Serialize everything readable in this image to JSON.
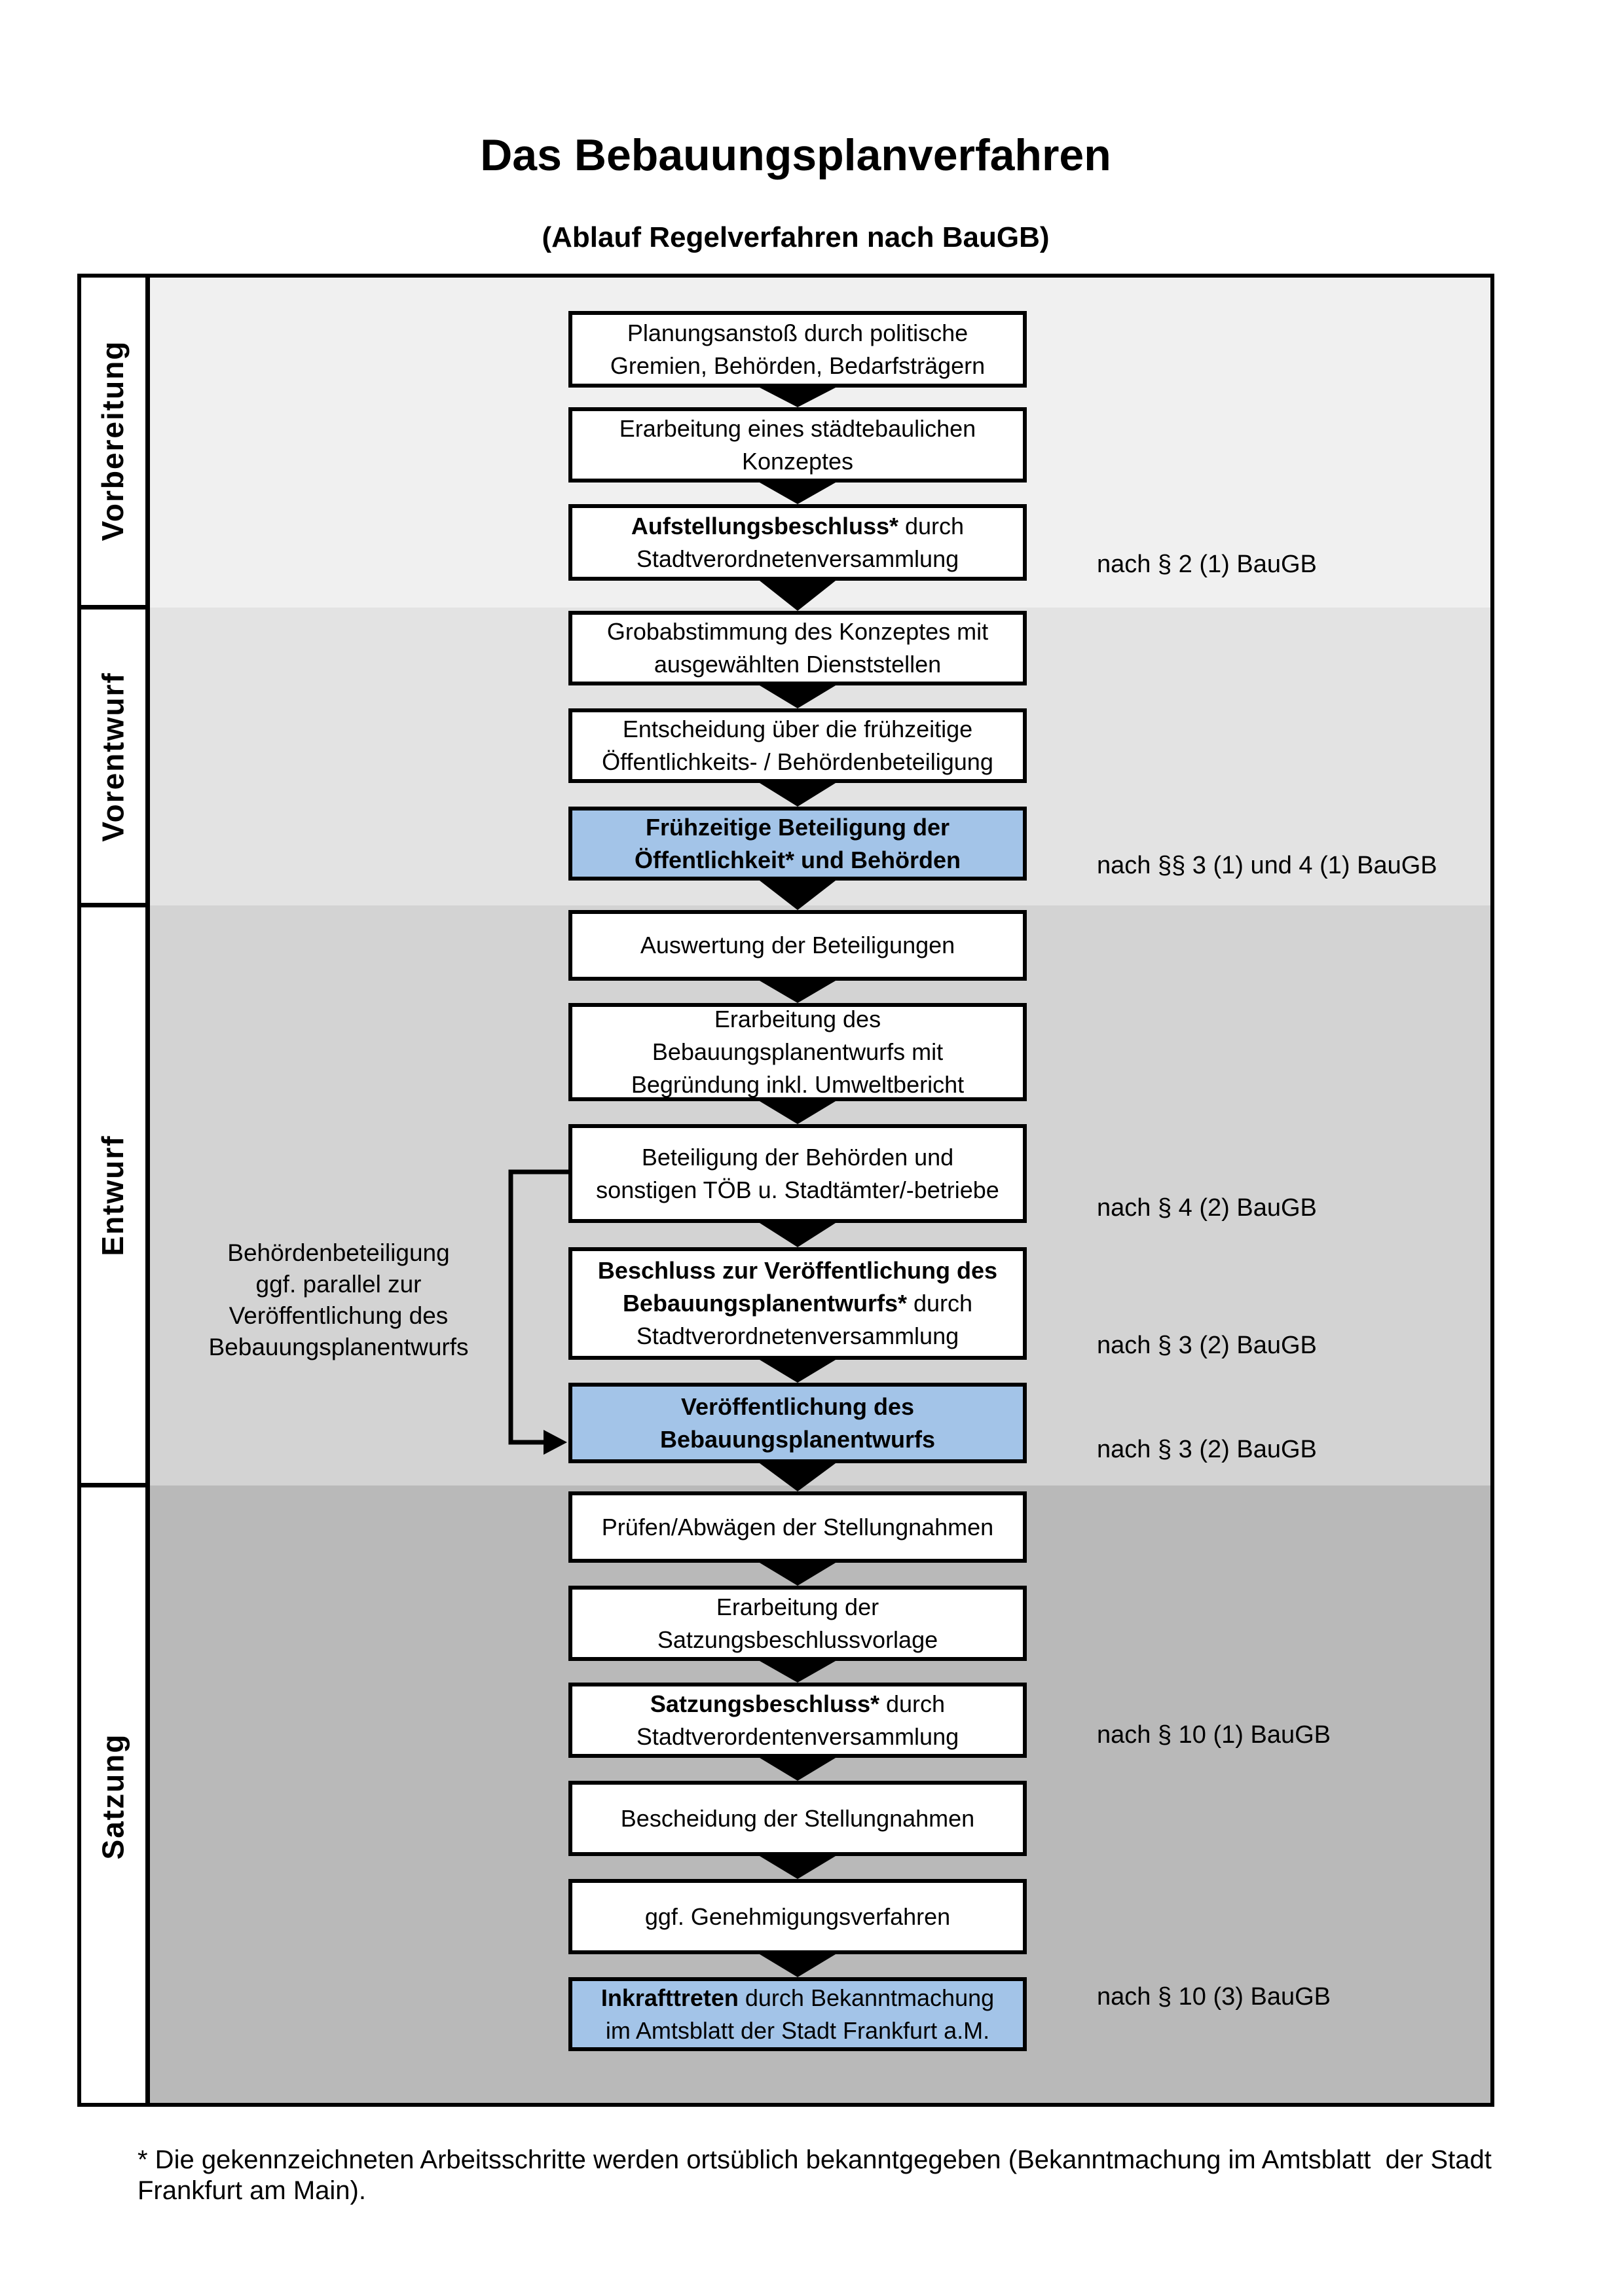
{
  "title": "Das Bebauungsplanverfahren",
  "subtitle": "(Ablauf Regelverfahren nach BauGB)",
  "footnote": "* Die gekennzeichneten Arbeitsschritte werden ortsüblich bekanntgegeben (Bekanntmachung im Amtsblatt  der Stadt Frankfurt am Main).",
  "colors": {
    "phase_bg": [
      "#f0f0f0",
      "#e3e3e3",
      "#d3d3d3",
      "#b9b9b9"
    ],
    "highlight_box": "#a3c4e8",
    "box_bg": "#ffffff",
    "line": "#000000"
  },
  "phases": [
    {
      "label": "Vorbereitung"
    },
    {
      "label": "Vorentwurf"
    },
    {
      "label": "Entwurf"
    },
    {
      "label": "Satzung"
    }
  ],
  "side_note": {
    "lines": [
      "Behördenbeteiligung",
      "ggf. parallel zur",
      "Veröffentlichung des",
      "Bebauungsplanentwurfs"
    ]
  },
  "steps": [
    {
      "id": "planungsanstoss",
      "phase": 0,
      "highlight": false,
      "ref": null,
      "lines": [
        [
          {
            "t": "Planungsanstoß durch politische",
            "b": false
          }
        ],
        [
          {
            "t": "Gremien, Behörden, Bedarfsträgern",
            "b": false
          }
        ]
      ]
    },
    {
      "id": "staedtebauliches-konzept",
      "phase": 0,
      "highlight": false,
      "ref": null,
      "lines": [
        [
          {
            "t": "Erarbeitung eines städtebaulichen",
            "b": false
          }
        ],
        [
          {
            "t": "Konzeptes",
            "b": false
          }
        ]
      ]
    },
    {
      "id": "aufstellungsbeschluss",
      "phase": 0,
      "highlight": false,
      "ref": "nach § 2 (1) BauGB",
      "lines": [
        [
          {
            "t": "Aufstellungsbeschluss*",
            "b": true
          },
          {
            "t": " durch",
            "b": false
          }
        ],
        [
          {
            "t": "Stadtverordnetenversammlung",
            "b": false
          }
        ]
      ]
    },
    {
      "id": "grobabstimmung",
      "phase": 1,
      "highlight": false,
      "ref": null,
      "lines": [
        [
          {
            "t": "Grobabstimmung des Konzeptes mit",
            "b": false
          }
        ],
        [
          {
            "t": "ausgewählten Dienststellen",
            "b": false
          }
        ]
      ]
    },
    {
      "id": "entscheidung-beteiligung",
      "phase": 1,
      "highlight": false,
      "ref": null,
      "lines": [
        [
          {
            "t": "Entscheidung über die frühzeitige",
            "b": false
          }
        ],
        [
          {
            "t": "Öffentlichkeits- / Behördenbeteiligung",
            "b": false
          }
        ]
      ]
    },
    {
      "id": "fruehzeitige-beteiligung",
      "phase": 1,
      "highlight": true,
      "ref": "nach §§ 3 (1) und 4 (1) BauGB",
      "lines": [
        [
          {
            "t": "Frühzeitige Beteiligung der",
            "b": true
          }
        ],
        [
          {
            "t": "Öffentlichkeit* und Behörden",
            "b": true
          }
        ]
      ]
    },
    {
      "id": "auswertung-beteiligungen",
      "phase": 2,
      "highlight": false,
      "ref": null,
      "lines": [
        [
          {
            "t": "Auswertung der Beteiligungen",
            "b": false
          }
        ]
      ]
    },
    {
      "id": "erarbeitung-entwurf",
      "phase": 2,
      "highlight": false,
      "ref": null,
      "lines": [
        [
          {
            "t": "Erarbeitung des",
            "b": false
          }
        ],
        [
          {
            "t": "Bebauungsplanentwurfs mit",
            "b": false
          }
        ],
        [
          {
            "t": "Begründung inkl. Umweltbericht",
            "b": false
          }
        ]
      ]
    },
    {
      "id": "behoerden-toeb-beteiligung",
      "phase": 2,
      "highlight": false,
      "ref": "nach § 4 (2) BauGB",
      "lines": [
        [
          {
            "t": "Beteiligung der Behörden und",
            "b": false
          }
        ],
        [
          {
            "t": "sonstigen TÖB u. Stadtämter/-betriebe",
            "b": false
          }
        ]
      ]
    },
    {
      "id": "veroeffentlichungsbeschluss",
      "phase": 2,
      "highlight": false,
      "ref": "nach § 3 (2) BauGB",
      "lines": [
        [
          {
            "t": "Beschluss zur Veröffentlichung des",
            "b": true
          }
        ],
        [
          {
            "t": "Bebauungsplanentwurfs*",
            "b": true
          },
          {
            "t": " durch",
            "b": false
          }
        ],
        [
          {
            "t": "Stadtverordnetenversammlung",
            "b": false
          }
        ]
      ]
    },
    {
      "id": "veroeffentlichung",
      "phase": 2,
      "highlight": true,
      "ref": "nach § 3 (2) BauGB",
      "lines": [
        [
          {
            "t": "Veröffentlichung des",
            "b": true
          }
        ],
        [
          {
            "t": "Bebauungsplanentwurfs",
            "b": true
          }
        ]
      ]
    },
    {
      "id": "pruefen-abwaegen",
      "phase": 3,
      "highlight": false,
      "ref": null,
      "lines": [
        [
          {
            "t": "Prüfen/Abwägen der Stellungnahmen",
            "b": false
          }
        ]
      ]
    },
    {
      "id": "satzungsbeschlussvorlage",
      "phase": 3,
      "highlight": false,
      "ref": null,
      "lines": [
        [
          {
            "t": "Erarbeitung der",
            "b": false
          }
        ],
        [
          {
            "t": "Satzungsbeschlussvorlage",
            "b": false
          }
        ]
      ]
    },
    {
      "id": "satzungsbeschluss",
      "phase": 3,
      "highlight": false,
      "ref": "nach § 10 (1) BauGB",
      "lines": [
        [
          {
            "t": "Satzungsbeschluss*",
            "b": true
          },
          {
            "t": " durch",
            "b": false
          }
        ],
        [
          {
            "t": "Stadtverordentenversammlung",
            "b": false
          }
        ]
      ]
    },
    {
      "id": "bescheidung-stellungnahmen",
      "phase": 3,
      "highlight": false,
      "ref": null,
      "lines": [
        [
          {
            "t": "Bescheidung der Stellungnahmen",
            "b": false
          }
        ]
      ]
    },
    {
      "id": "genehmigungsverfahren",
      "phase": 3,
      "highlight": false,
      "ref": null,
      "lines": [
        [
          {
            "t": "ggf. Genehmigungsverfahren",
            "b": false
          }
        ]
      ]
    },
    {
      "id": "inkrafttreten",
      "phase": 3,
      "highlight": true,
      "ref": "nach § 10 (3) BauGB",
      "lines": [
        [
          {
            "t": "Inkrafttreten",
            "b": true
          },
          {
            "t": " durch Bekanntmachung",
            "b": false
          }
        ],
        [
          {
            "t": "im Amtsblatt der Stadt Frankfurt a.M.",
            "b": false
          }
        ]
      ]
    }
  ]
}
